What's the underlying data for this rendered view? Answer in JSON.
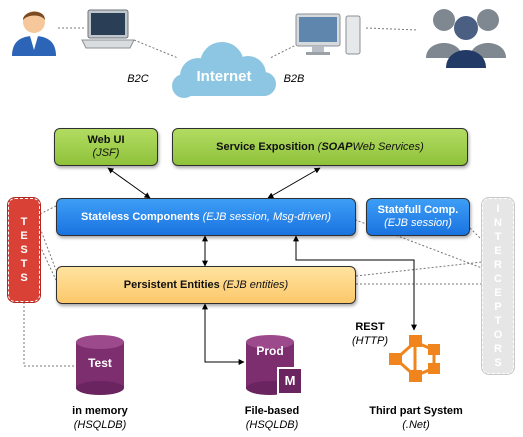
{
  "cloud": {
    "label": "Internet",
    "left_label": "B2C",
    "right_label": "B2B"
  },
  "boxes": {
    "web_ui": {
      "title": "Web UI",
      "subtitle": "(JSF)"
    },
    "service_exposition": {
      "title": "Service Exposition",
      "tech_bold": "SOAP",
      "tech_rest": " Web Services)"
    },
    "stateless": {
      "title": "Stateless Components",
      "subtitle": "(EJB session, Msg-driven)"
    },
    "statefull": {
      "title": "Statefull Comp.",
      "subtitle": "(EJB session)"
    },
    "persistent": {
      "title": "Persistent Entities",
      "subtitle": "(EJB entities)"
    }
  },
  "tests_tab": {
    "letters": [
      "T",
      "E",
      "S",
      "T",
      "S"
    ]
  },
  "interceptors_tab": {
    "letters": [
      "I",
      "N",
      "T",
      "E",
      "R",
      "C",
      "E",
      "P",
      "T",
      "O",
      "R",
      "S"
    ]
  },
  "rest": {
    "label": "REST",
    "protocol": "(HTTP)"
  },
  "databases": [
    {
      "icon_label": "Test",
      "caption": "in memory",
      "tech": "(HSQLDB)"
    },
    {
      "icon_label": "Prod",
      "badge": "M",
      "caption": "File-based",
      "tech": "(HSQLDB)"
    }
  ],
  "third_party": {
    "caption": "Third part System",
    "tech": "(.Net)"
  }
}
